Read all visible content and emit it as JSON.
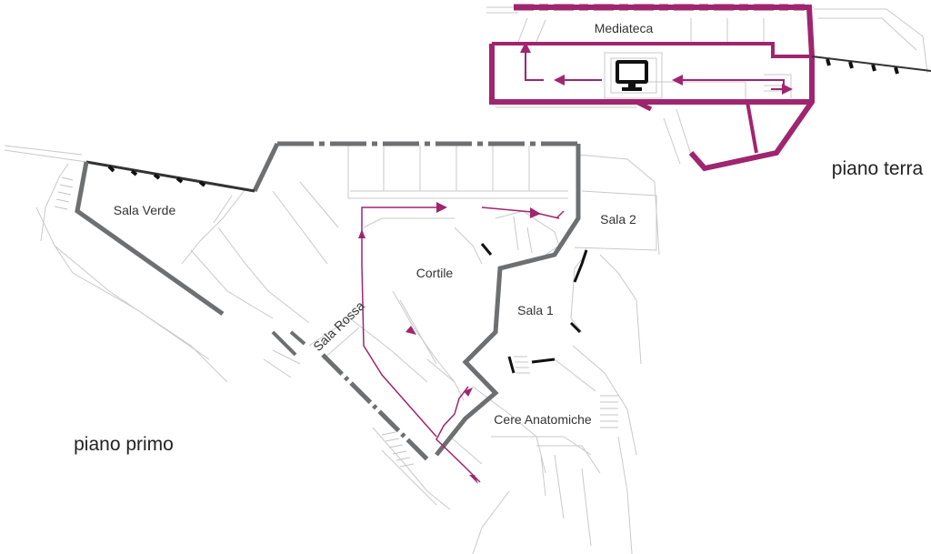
{
  "floors": {
    "ground": {
      "label": "piano terra"
    },
    "first": {
      "label": "piano primo"
    }
  },
  "rooms": {
    "mediateca": "Mediateca",
    "sala_verde": "Sala Verde",
    "sala_rossa": "Sala Rossa",
    "cortile": "Cortile",
    "sala_1": "Sala 1",
    "sala_2": "Sala 2",
    "cere_anatomiche": "Cere Anatomiche"
  },
  "icons": {
    "monitor": "monitor-icon",
    "arrow": "arrow-icon"
  },
  "colors": {
    "route": "#a0256f",
    "ground_wall": "#a0256f",
    "first_wall": "#6d6f71",
    "thin_line": "#c9c9c9",
    "text": "#333333"
  }
}
